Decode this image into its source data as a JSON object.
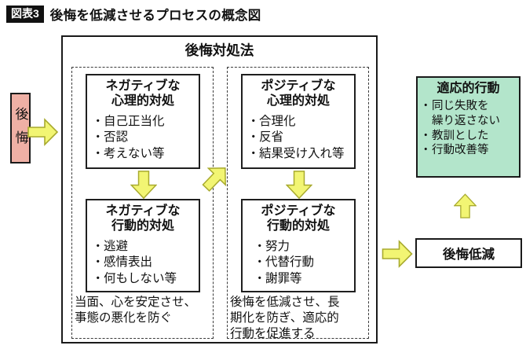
{
  "bullet": "・",
  "header": {
    "badge": "図表3",
    "title": "後悔を低減させるプロセスの概念図"
  },
  "regret_source": {
    "label": "後悔"
  },
  "process": {
    "title": "後悔対処法",
    "negative": {
      "psych": {
        "heading": "ネガティブな\n心理的対処",
        "items": [
          "自己正当化",
          "否認",
          "考えない等"
        ]
      },
      "behavior": {
        "heading": "ネガティブな\n行動的対処",
        "items": [
          "逃避",
          "感情表出",
          "何もしない等"
        ]
      },
      "caption": "当面、心を安定させ、\n事態の悪化を防ぐ"
    },
    "positive": {
      "psych": {
        "heading": "ポジティブな\n心理的対処",
        "items": [
          "合理化",
          "反省",
          "結果受け入れ等"
        ]
      },
      "behavior": {
        "heading": "ポジティブな\n行動的対処",
        "items": [
          "努力",
          "代替行動",
          "謝罪等"
        ]
      },
      "caption": "後悔を低減させ、長\n期化を防ぎ、適応的\n行動を促進する"
    }
  },
  "adaptive": {
    "heading": "適応的行動",
    "items": [
      "同じ失敗を\n繰り返さない",
      "教訓とした",
      "行動改善等"
    ]
  },
  "reduction": {
    "label": "後悔低減"
  },
  "colors": {
    "pink": "#efb0a5",
    "green": "#b3e5cb",
    "arrow_fill": "#f2f573",
    "arrow_stroke": "#a8aa2e",
    "ink": "#111111"
  }
}
